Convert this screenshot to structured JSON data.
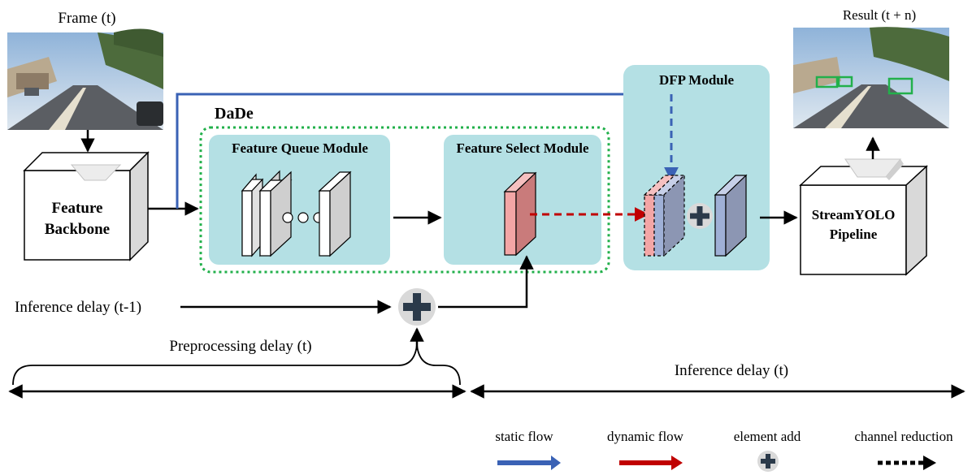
{
  "labels": {
    "frame": "Frame (t)",
    "result": "Result (t + n)",
    "dade": "DaDe",
    "feature_queue_module": "Feature Queue Module",
    "feature_select_module": "Feature Select Module",
    "dfp_module": "DFP Module",
    "feature_backbone_line1": "Feature",
    "feature_backbone_line2": "Backbone",
    "streamyolo_line1": "StreamYOLO",
    "streamyolo_line2": "Pipeline",
    "inference_delay_prev": "Inference delay (t-1)",
    "preprocessing_delay": "Preprocessing delay (t)",
    "inference_delay": "Inference delay (t)"
  },
  "legend": [
    {
      "label": "static flow",
      "symbol": "blue-arrow"
    },
    {
      "label": "dynamic flow",
      "symbol": "red-arrow"
    },
    {
      "label": "element add",
      "symbol": "plus-circle"
    },
    {
      "label": "channel reduction",
      "symbol": "dotted-arrow"
    }
  ],
  "colors": {
    "static_flow": "#3a62b5",
    "dynamic_flow": "#c00000",
    "module_bg": "#b4e0e4",
    "dade_border": "#22b04b",
    "feature_pink": "#f3a6a6",
    "feature_blue": "#9fb0d6"
  }
}
